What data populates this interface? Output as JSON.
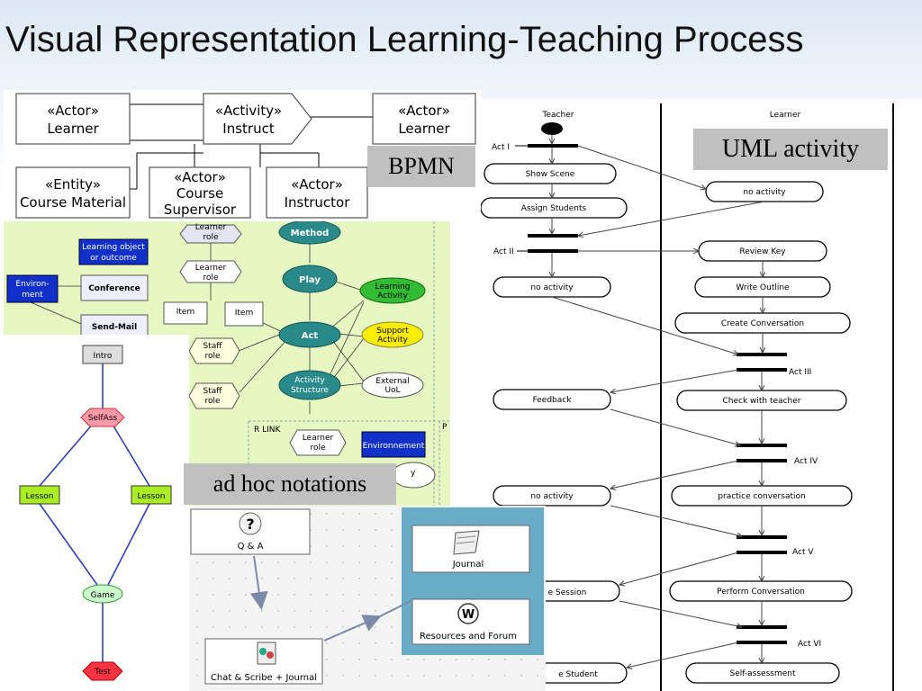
{
  "title": "Visual Representation Learning-Teaching Process",
  "labels": {
    "bpmn": "BPMN",
    "uml": "UML activity",
    "adhoc": "ad hoc notations"
  },
  "bpmn": {
    "actor_learner_1": [
      "«Actor»",
      "Learner"
    ],
    "activity_instruct": [
      "«Activity»",
      "Instruct"
    ],
    "actor_learner_2": [
      "«Actor»",
      "Learner"
    ],
    "entity_material": [
      "«Entity»",
      "Course Material"
    ],
    "actor_supervisor": [
      "«Actor»",
      "Course",
      "Supervisor"
    ],
    "actor_instructor": [
      "«Actor»",
      "Instructor"
    ]
  },
  "uml": {
    "lanes": {
      "teacher": "Teacher",
      "learner": "Learner"
    },
    "acts": {
      "act1": "Act I",
      "act2": "Act II",
      "act3": "Act III",
      "act4": "Act IV",
      "act5": "Act V",
      "act6": "Act VI"
    },
    "teacher_nodes": [
      "Show Scene",
      "Assign Students",
      "no activity",
      "Feedback",
      "no activity",
      "e Session",
      "e Student"
    ],
    "learner_nodes": [
      "no activity",
      "Review Key",
      "Write Outline",
      "Create Conversation",
      "Check with teacher",
      "practice conversation",
      "Perform Conversation",
      "Self-assessment"
    ]
  },
  "imsld": {
    "learner_role": [
      "Learner",
      "role"
    ],
    "method": "Method",
    "learning_object": [
      "Learning object",
      "or outcome"
    ],
    "learner_role_2": [
      "Learner",
      "role"
    ],
    "play": "Play",
    "environment": [
      "Environ-",
      "ment"
    ],
    "conference": "Conference",
    "learning_activity": [
      "Learning",
      "Activity"
    ],
    "item1": "Item",
    "item2": "Item",
    "send_mail": "Send-Mail",
    "act": "Act",
    "support_activity": [
      "Support",
      "Activity"
    ],
    "staff_role_1": [
      "Staff",
      "role"
    ],
    "activity_structure": [
      "Activity",
      "Structure"
    ],
    "external_uol": [
      "External",
      "UoL"
    ],
    "staff_role_2": [
      "Staff",
      "role"
    ],
    "r_link": "R LINK",
    "learner_role_3": [
      "Learner",
      "role"
    ],
    "environment_2": "Environnement",
    "p_label": "P",
    "partial_y": "y"
  },
  "flow": {
    "intro": "Intro",
    "selfass": "SelfAss",
    "lesson1": "Lesson",
    "lesson2": "Lesson",
    "game": "Game",
    "test": "Test"
  },
  "lams": {
    "qa": "Q & A",
    "journal": "Journal",
    "resources": "Resources and Forum",
    "chat": "Chat & Scribe + Journal",
    "w_glyph": "W"
  }
}
